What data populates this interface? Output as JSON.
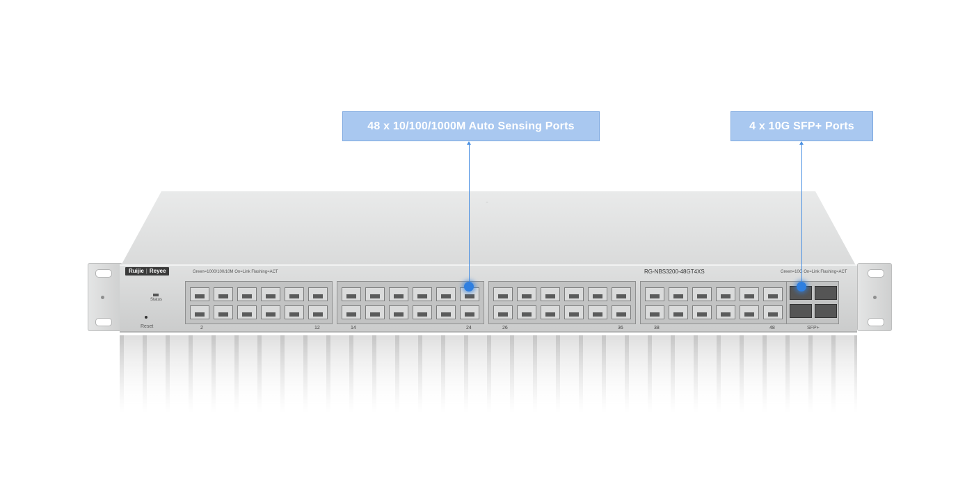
{
  "callouts": {
    "rj45_ports": "48 x 10/100/1000M Auto Sensing Ports",
    "sfp_ports": "4 x 10G SFP+ Ports"
  },
  "device": {
    "brand": "Ruijie",
    "sub_brand": "Reyee",
    "model": "RG-NBS3200-48GT4XS",
    "status_label": "Status",
    "reset_label": "Reset",
    "led_legend_left": "Green=1000/100/10M  On=Link  Flashing=ACT",
    "led_legend_right": "Green=10G  On=Link  Flashing=ACT",
    "sfp_label": "SFP+",
    "port_numbers": [
      "2",
      "12",
      "14",
      "24",
      "26",
      "36",
      "38",
      "48"
    ]
  },
  "colors": {
    "callout_fill": "#a9c8f0",
    "leader_line": "#4a90e2"
  }
}
